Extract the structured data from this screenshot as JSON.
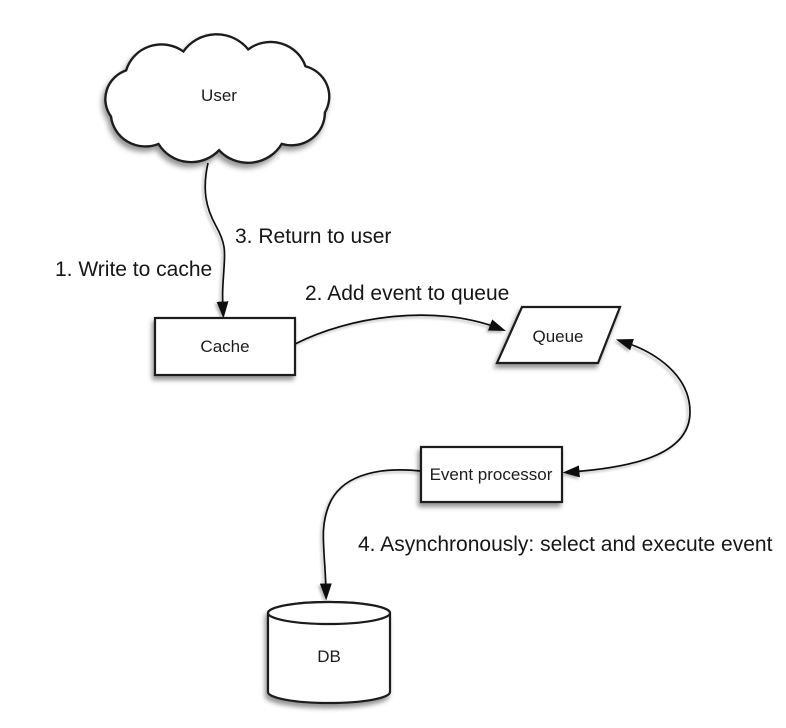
{
  "diagram": {
    "background_color": "#ffffff",
    "stroke_color": "#1a1a1a",
    "text_color": "#1c1c1c",
    "nodes": {
      "user": {
        "label": "User",
        "shape": "cloud"
      },
      "cache": {
        "label": "Cache",
        "shape": "rectangle"
      },
      "queue": {
        "label": "Queue",
        "shape": "parallelogram"
      },
      "event_processor": {
        "label": "Event processor",
        "shape": "rectangle"
      },
      "db": {
        "label": "DB",
        "shape": "cylinder"
      }
    },
    "labels": {
      "step1": "1. Write to cache",
      "step2": "2. Add event to queue",
      "step3": "3. Return to user",
      "step4": "4. Asynchronously: select and execute event"
    }
  }
}
